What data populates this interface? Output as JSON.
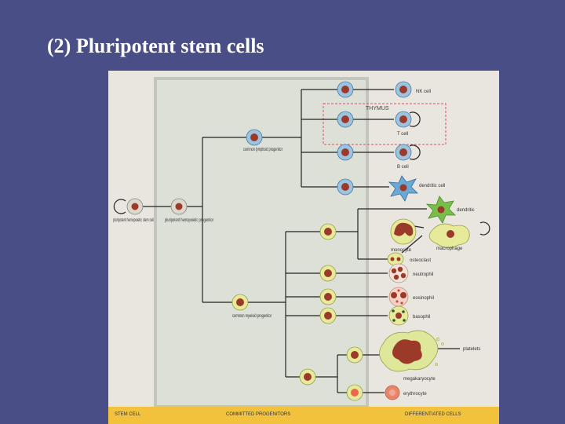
{
  "slide": {
    "title": "(2) Pluripotent stem cells",
    "background_color": "#4a4e86",
    "title_color": "#ffffff"
  },
  "diagram": {
    "labels": {
      "stem": "pluripotent hemopoietic stem cell",
      "progenitor": "pluripotent hemopoietic progenitor",
      "lymphoid": "common lymphoid progenitor",
      "myeloid": "common myeloid progenitor",
      "thymus": "THYMUS",
      "nk": "NK cell",
      "tcell": "T cell",
      "bcell": "B cell",
      "dendritic_cell": "dendritic cell",
      "dendritic": "dendritic",
      "macrophage": "macrophage",
      "monocyte": "monocyte",
      "osteoclast": "osteoclast",
      "neutrophil": "neutrophil",
      "eosinophil": "eosinophil",
      "basophil": "basophil",
      "platelets": "platelets",
      "megakaryocyte": "megakaryocyte",
      "erythrocyte": "erythrocyte"
    },
    "footer": {
      "stem": "STEM CELL",
      "committed": "COMMITTED PROGENITORS",
      "differentiated": "DIFFERENTIATED CELLS"
    },
    "colors": {
      "page": "#e9e6df",
      "panel": "#dde0d6",
      "footer": "#f2c23c",
      "lymphoid_cell": "#9cc4e0",
      "myeloid_cell": "#e6ea9a",
      "nucleus": "#9c3a2a",
      "thymus_box": "#e0506a"
    }
  }
}
